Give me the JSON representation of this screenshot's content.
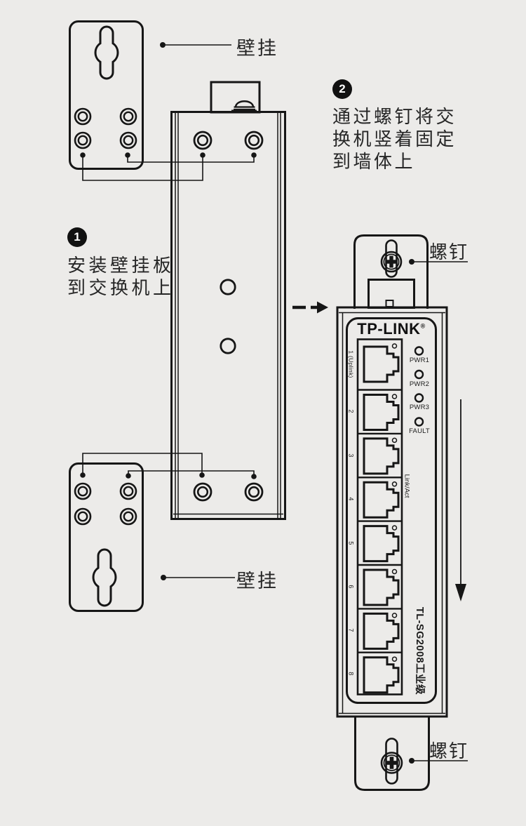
{
  "colors": {
    "background": "#ecebe9",
    "line": "#161616",
    "text": "#262626",
    "badge_bg": "#111111",
    "badge_text": "#ffffff"
  },
  "steps": [
    {
      "number": "1",
      "lines": [
        "安装壁挂板",
        "到交换机上"
      ]
    },
    {
      "number": "2",
      "lines": [
        "通过螺钉将交",
        "换机竖着固定",
        "到墙体上"
      ]
    }
  ],
  "callouts": {
    "wall_mount_top": "壁挂",
    "wall_mount_bottom": "壁挂",
    "screw_top": "螺钉",
    "screw_bottom": "螺钉"
  },
  "front_panel": {
    "brand": "TP-LINK",
    "brand_reg": "®",
    "ports": [
      "1 (Uplink)",
      "2",
      "3",
      "4",
      "5",
      "6",
      "7",
      "8"
    ],
    "leds": [
      "PWR1",
      "PWR2",
      "PWR3",
      "FAULT"
    ],
    "link_act": "Link/Act",
    "model": "TL-SG2008工业级"
  }
}
